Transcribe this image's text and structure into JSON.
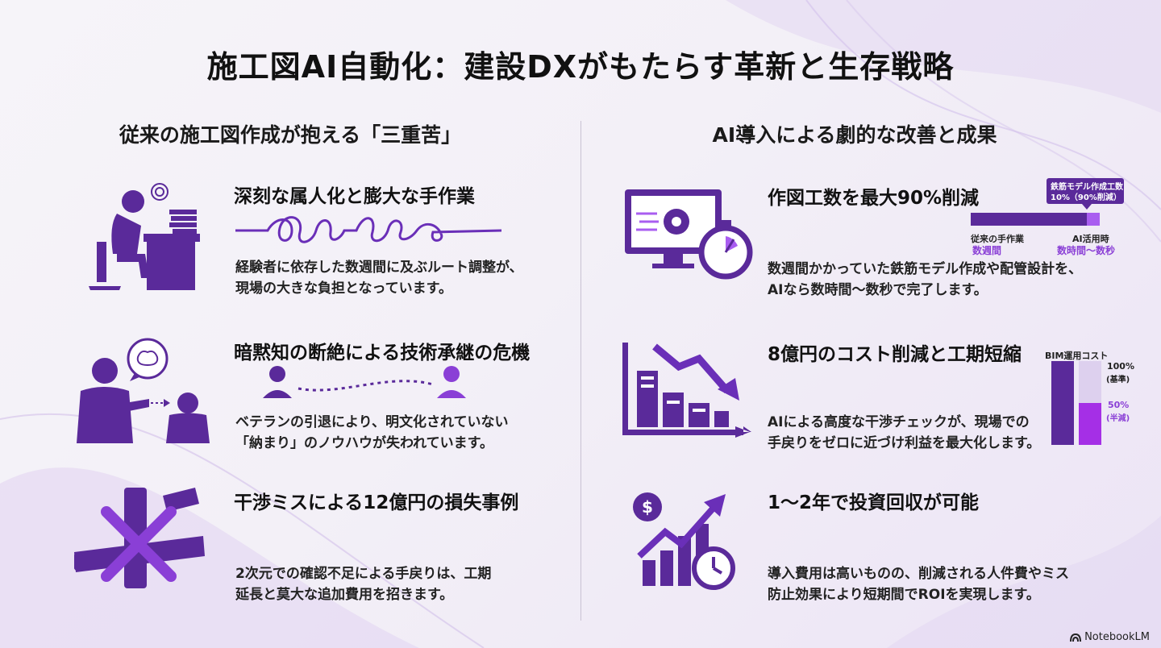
{
  "title": "施工図AI自動化：建設DXがもたらす革新と生存戦略",
  "left": {
    "heading": "従来の施工図作成が抱える「三重苦」",
    "items": [
      {
        "heading": "深刻な属人化と膨大な手作業",
        "line1": "経験者に依存した数週間に及ぶルート調整が、",
        "line2": "現場の大きな負担となっています。"
      },
      {
        "heading": "暗黙知の断絶による技術承継の危機",
        "line1": "ベテランの引退により、明文化されていない",
        "line2": "「納まり」のノウハウが失われています。"
      },
      {
        "heading": "干渉ミスによる12億円の損失事例",
        "line1": "2次元での確認不足による手戻りは、工期",
        "line2": "延長と莫大な追加費用を招きます。"
      }
    ]
  },
  "right": {
    "heading": "AI導入による劇的な改善と成果",
    "items": [
      {
        "heading": "作図工数を最大90%削減",
        "line1": "数週間かかっていた鉄筋モデル作成や配管設計を、",
        "line2": "AIなら数時間〜数秒で完了します。"
      },
      {
        "heading": "8億円のコスト削減と工期短縮",
        "line1": "AIによる高度な干渉チェックが、現場での",
        "line2": "手戻りをゼロに近づけ利益を最大化します。"
      },
      {
        "heading": "1〜2年で投資回収が可能",
        "line1": "導入費用は高いものの、削減される人件費やミス",
        "line2": "防止効果により短期間でROIを実現します。"
      }
    ]
  },
  "chart1": {
    "callout_line1": "鉄筋モデル作成工数",
    "callout_line2": "10%（90%削減）",
    "manual_label": "従来の手作業",
    "manual_value": "数週間",
    "ai_label": "AI活用時",
    "ai_value": "数時間〜数秒",
    "manual_share": 0.9,
    "ai_share": 0.1
  },
  "chart2": {
    "title": "BIM運用コスト",
    "base_label": "100%",
    "base_sub": "(基準)",
    "half_label": "50%",
    "half_sub": "(半減)",
    "base_value": 100,
    "half_value": 50
  },
  "watermark": "NotebookLM",
  "colors": {
    "accent": "#6a2fb8",
    "accent_light": "#a95df0",
    "dark": "#4b2185"
  }
}
